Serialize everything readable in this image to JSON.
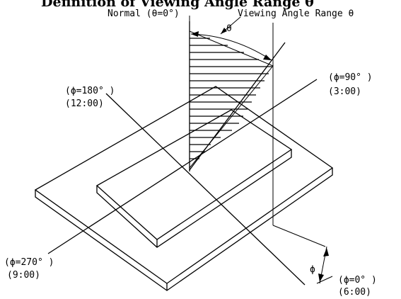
{
  "diagram": {
    "header_partial": "Definition of Viewing Angle Range θ",
    "labels": {
      "normal": "Normal (θ=0°)",
      "viewing_range": "Viewing Angle Range θ",
      "theta": "θ",
      "phi": "ϕ",
      "phi_180": "(ϕ=180° )",
      "clock_12": "(12:00)",
      "phi_90": "(ϕ=90° )",
      "clock_3": "(3:00)",
      "phi_270": "(ϕ=270° )",
      "clock_9": "(9:00)",
      "phi_0": "(ϕ=0° )",
      "clock_6": "(6:00)"
    }
  }
}
